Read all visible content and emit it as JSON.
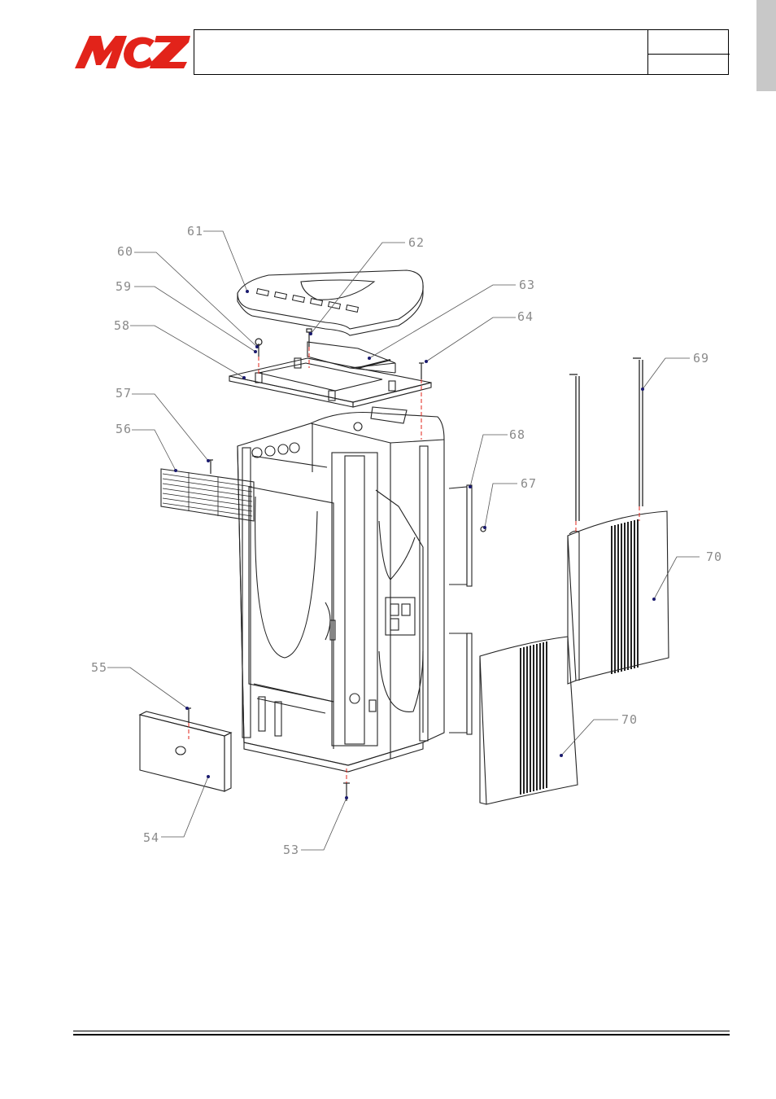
{
  "brand": {
    "logo_text": "MCZ",
    "color": "#e2231a"
  },
  "callouts": {
    "c53": "53",
    "c54": "54",
    "c55": "55",
    "c56": "56",
    "c57": "57",
    "c58": "58",
    "c59": "59",
    "c60": "60",
    "c61": "61",
    "c62": "62",
    "c63": "63",
    "c64": "64",
    "c67": "67",
    "c68": "68",
    "c69": "69",
    "c70a": "70",
    "c70b": "70"
  }
}
